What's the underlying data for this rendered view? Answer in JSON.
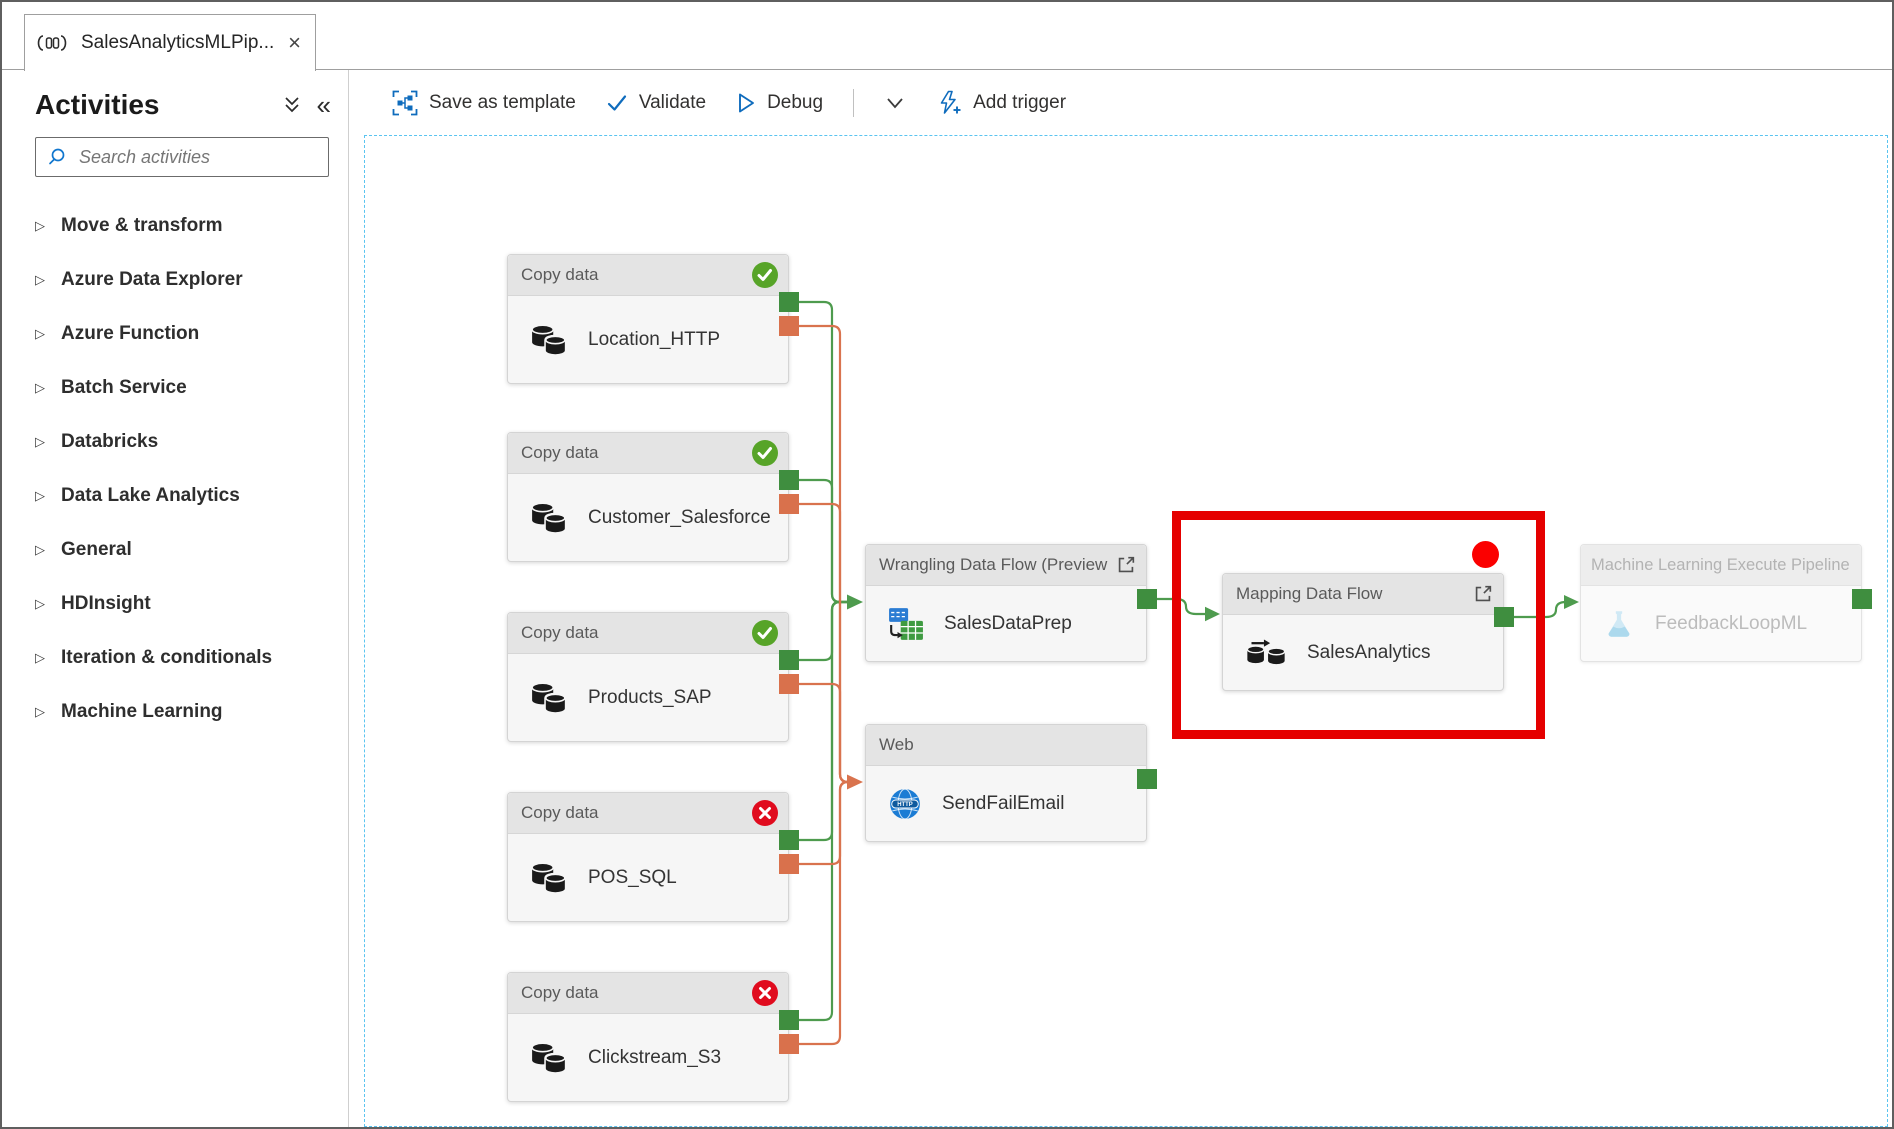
{
  "tab": {
    "title": "SalesAnalyticsMLPip...",
    "close_glyph": "×"
  },
  "sidebar": {
    "title": "Activities",
    "collapse_left_glyph": "«",
    "search_placeholder": "Search activities",
    "expander_glyph": "▷",
    "items": [
      "Move & transform",
      "Azure Data Explorer",
      "Azure Function",
      "Batch Service",
      "Databricks",
      "Data Lake Analytics",
      "General",
      "HDInsight",
      "Iteration & conditionals",
      "Machine Learning"
    ]
  },
  "toolbar": {
    "save_as_template": "Save as template",
    "validate": "Validate",
    "debug": "Debug",
    "add_trigger": "Add trigger"
  },
  "canvas": {
    "copy_nodes": [
      {
        "type": "Copy data",
        "name": "Location_HTTP",
        "status": "success"
      },
      {
        "type": "Copy data",
        "name": "Customer_Salesforce",
        "status": "success"
      },
      {
        "type": "Copy data",
        "name": "Products_SAP",
        "status": "success"
      },
      {
        "type": "Copy data",
        "name": "POS_SQL",
        "status": "failed"
      },
      {
        "type": "Copy data",
        "name": "Clickstream_S3",
        "status": "failed"
      }
    ],
    "wrangling_node": {
      "type": "Wrangling Data Flow (Preview",
      "name": "SalesDataPrep"
    },
    "web_node": {
      "type": "Web",
      "name": "SendFailEmail"
    },
    "mapping_node": {
      "type": "Mapping Data Flow",
      "name": "SalesAnalytics"
    },
    "ml_node": {
      "type": "Machine Learning Execute Pipeline",
      "name": "FeedbackLoopML"
    }
  },
  "colors": {
    "accent_blue": "#0f6cbd",
    "success_green": "#4e9b4e",
    "failure_orange": "#d9734e",
    "port_green": "#3f8e3f",
    "port_orange": "#d9714c",
    "status_success": "#57a428",
    "status_failed": "#e00b1e",
    "highlight_red": "#e50000",
    "canvas_selection_blue": "#5ac4f0"
  }
}
